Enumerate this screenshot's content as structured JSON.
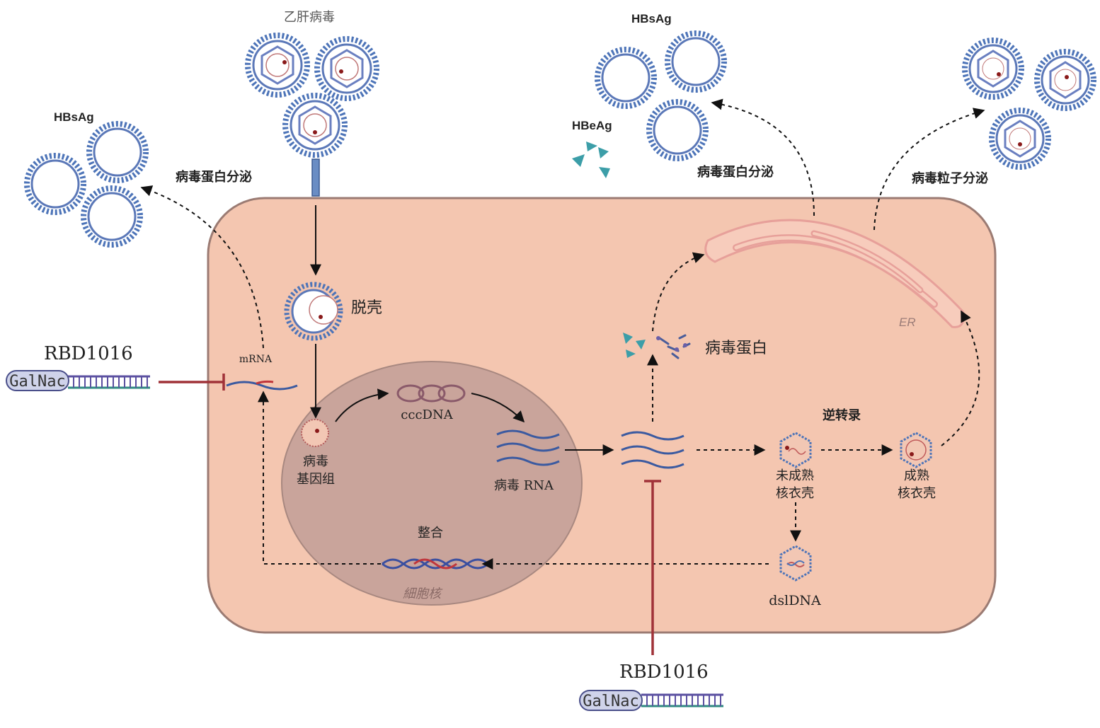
{
  "title_virus": "乙肝病毒",
  "hbsag_left": "HBsAg",
  "secretion_left": "病毒蛋白分泌",
  "hbsag_right": "HBsAg",
  "hbeag": "HBeAg",
  "secretion_right": "病毒蛋白分泌",
  "particle_secretion": "病毒粒子分泌",
  "uncoating": "脱壳",
  "mrna": "mRNA",
  "rbd_left": "RBD1016",
  "galnac_left": "GalNac",
  "rbd_bottom": "RBD1016",
  "galnac_bottom": "GalNac",
  "viral_genome": "病毒\n基因组",
  "cccdna": "cccDNA",
  "viral_rna": "病毒 RNA",
  "integration": "整合",
  "nucleus": "細胞核",
  "viral_protein": "病毒蛋白",
  "er": "ER",
  "reverse_transcription": "逆转录",
  "immature_capsid": "未成熟\n核衣壳",
  "mature_capsid": "成熟\n核衣壳",
  "dsldna": "dslDNA",
  "colors": {
    "cell": "#f4c6b0",
    "cell_border": "#9b7b73",
    "nucleus": "#c9a49b",
    "envelope": "#4d74b8",
    "spike": "#2f4a8a",
    "inhibitor": "#a03238",
    "galnac_fill": "#cfd3ea",
    "antigen": "#3c9ea8"
  }
}
